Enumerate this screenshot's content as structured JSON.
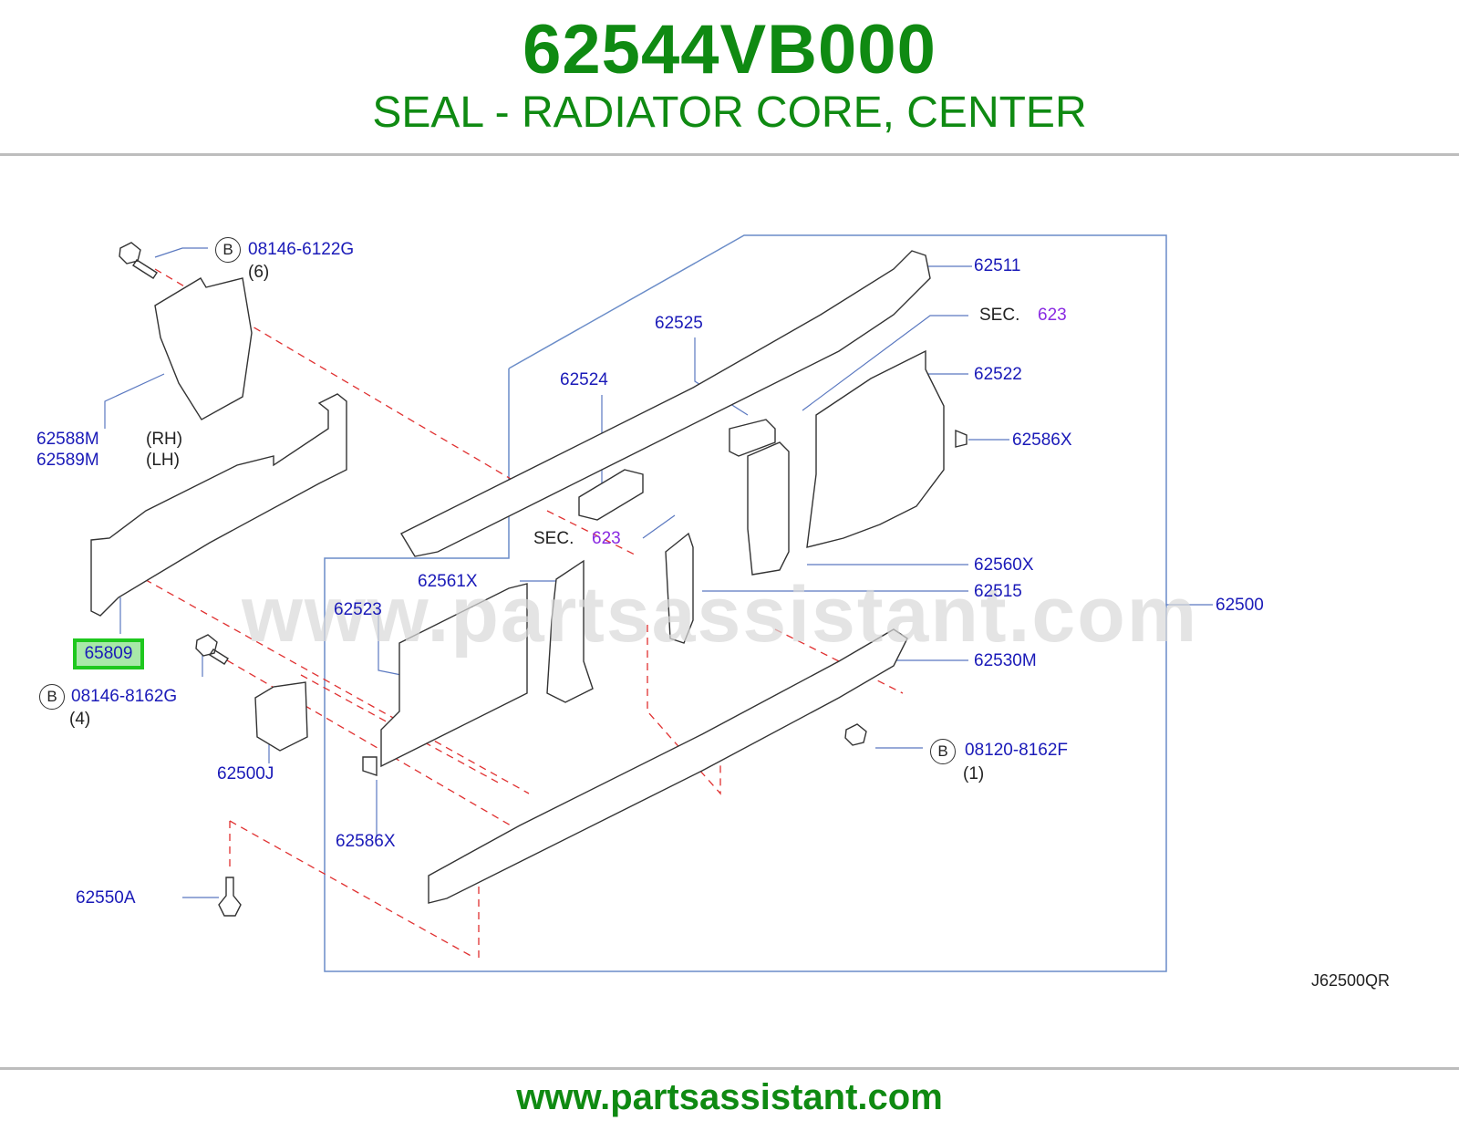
{
  "header": {
    "part_number": "62544VB000",
    "part_name": "SEAL - RADIATOR CORE, CENTER"
  },
  "footer": {
    "url": "www.partsassistant.com"
  },
  "watermark": "www.partsassistant.com",
  "diagram_code": "J62500QR",
  "highlighted_part": "65809",
  "labels": {
    "bolt_b1": "08146-6122G",
    "bolt_b1_qty": "(6)",
    "bolt_b2": "08146-8162G",
    "bolt_b2_qty": "(4)",
    "bolt_b3": "08120-8162F",
    "bolt_b3_qty": "(1)",
    "b_letter": "B",
    "p62588m": "62588M",
    "p62589m": "62589M",
    "rh": "(RH)",
    "lh": "(LH)",
    "p62500j": "62500J",
    "p62550a": "62550A",
    "p62586x_left": "62586X",
    "p62523": "62523",
    "p62561x": "62561X",
    "p62524": "62524",
    "p62525": "62525",
    "p62511": "62511",
    "sec_text": "SEC.",
    "sec_num": "623",
    "p62522": "62522",
    "p62586x_right": "62586X",
    "p62560x": "62560X",
    "p62515": "62515",
    "p62500": "62500",
    "p62530m": "62530M"
  },
  "colors": {
    "brand_green": "#0f8a12",
    "label_blue": "#1a1ab8",
    "sec_purple": "#8a2be2",
    "highlight_green": "#1ec81e",
    "dashed_red": "#e03030",
    "frame_blue": "#6a8cc8"
  }
}
